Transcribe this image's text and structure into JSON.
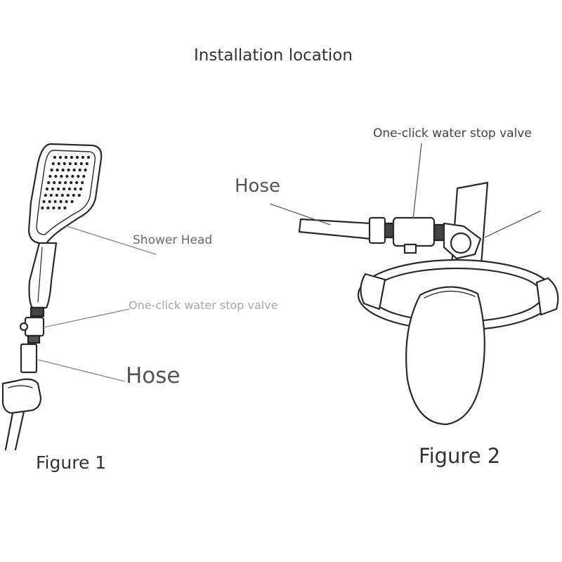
{
  "title": "Installation location",
  "figure1": {
    "caption": "Figure 1",
    "shower_head_label": "Shower Head",
    "valve_label": "One-click water stop valve",
    "hose_label": "Hose"
  },
  "figure2": {
    "caption": "Figure 2",
    "valve_label": "One-click water stop valve",
    "hose_label": "Hose"
  }
}
